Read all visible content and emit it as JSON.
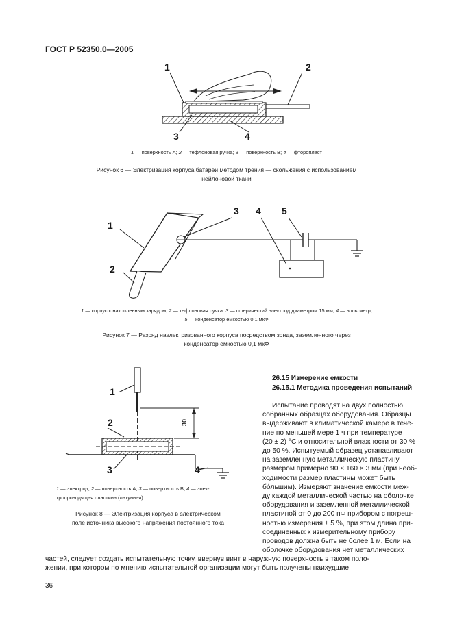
{
  "header": {
    "doc_id": "ГОСТ Р 52350.0—2005"
  },
  "fig6": {
    "labels": [
      "1",
      "2",
      "3",
      "4"
    ],
    "legend": [
      {
        "n": "1",
        "t": " — поверхность А; "
      },
      {
        "n": "2",
        "t": " — тефлоновая ручка; "
      },
      {
        "n": "3",
        "t": " — поверхность В; "
      },
      {
        "n": "4",
        "t": " — фторопласт"
      }
    ],
    "caption_line1": "Рисунок 6 — Электризация корпуса батареи методом трения — скольжения с использованием",
    "caption_line2": "нейлоновой ткани"
  },
  "fig7": {
    "labels": [
      "1",
      "2",
      "3",
      "4",
      "5"
    ],
    "legend_line1": [
      {
        "n": "1",
        "t": " — корпус с накопленным зарядом; "
      },
      {
        "n": "2",
        "t": " — тефлоновая ручка. "
      },
      {
        "n": "3",
        "t": " — сферический электрод диаметром 15 мм, "
      },
      {
        "n": "4",
        "t": " — вольтметр,"
      }
    ],
    "legend_line2": [
      {
        "n": "5",
        "t": " — конденсатор емкостью 0 1 мкФ"
      }
    ],
    "caption_line1": "Рисунок 7 — Разряд наэлектризованного корпуса посредством зонда, заземленного через",
    "caption_line2": "конденсатор емкостью 0,1 мкФ"
  },
  "fig8": {
    "labels": [
      "1",
      "2",
      "3",
      "4"
    ],
    "dimension": "30",
    "legend_line1": [
      {
        "n": "1",
        "t": " — электрод; "
      },
      {
        "n": "2",
        "t": " — поверхность А, "
      },
      {
        "n": "3",
        "t": " — поверхность В; "
      },
      {
        "n": "4",
        "t": " — элек-"
      }
    ],
    "legend_line2": "тропроводящая пластина (латунная)",
    "caption_line1": "Рисунок 8 — Электризация корпуса в электрическом",
    "caption_line2": "поле источника высокого напряжения постоянного тока"
  },
  "section": {
    "title": "26.15 Измерение емкости",
    "subtitle": "26.15.1 Методика проведения испытаний"
  },
  "text": {
    "col_lines": [
      "Испытание проводят на двух полностью",
      "собранных образцах оборудования. Образцы",
      "выдерживают в климатической камере в тече-",
      "ние по меньшей мере 1 ч при температуре",
      "(20 ± 2) °С и относительной влажности от 30 %",
      "до 50 %. Испытуемый образец устанавливают",
      "на заземленную металлическую пластину",
      "размером примерно 90 × 160 × 3 мм (при необ-",
      "ходимости размер пластины может быть",
      "бо́льшим). Измеряют значение емкости меж-",
      "ду каждой металлической частью на оболочке",
      "оборудования и заземленной металлической",
      "пластиной от 0 до 200 пФ прибором с погреш-",
      "ностью измерения ± 5 %, при этом длина при-",
      "соединенных к измерительному прибору",
      "проводов должна быть не более 1 м. Если на",
      "оболочке оборудования нет металлических"
    ],
    "full_lines": [
      "частей, следует создать испытательную точку, ввернув винт в наружную поверхность в таком поло-",
      "жении, при котором по мнению испытательной организации могут быть получены наихудшие"
    ]
  },
  "footer": {
    "page_number": "36"
  }
}
